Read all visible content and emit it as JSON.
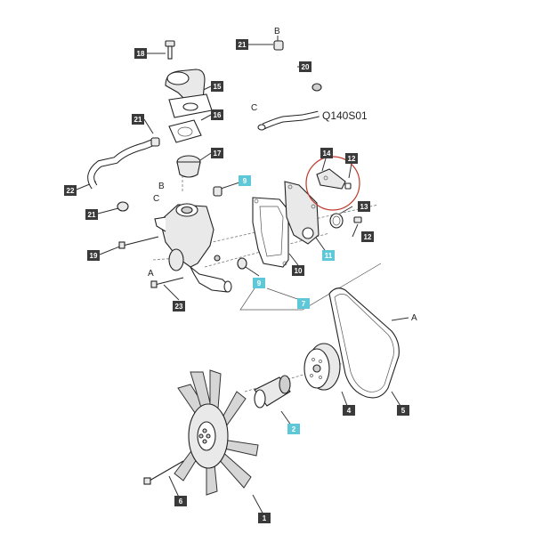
{
  "colors": {
    "dark_tag": "#3a3a3a",
    "cyan_tag": "#5ec8d8",
    "highlight_circle": "#c0392b"
  },
  "callouts": {
    "n1": "1",
    "n2": "2",
    "n4": "4",
    "n5": "5",
    "n6": "6",
    "n7": "7",
    "n9a": "9",
    "n9b": "9",
    "n10": "10",
    "n11": "11",
    "n12a": "12",
    "n12b": "12",
    "n13": "13",
    "n14": "14",
    "n15": "15",
    "n16": "16",
    "n17": "17",
    "n18": "18",
    "n19": "19",
    "n20": "20",
    "n21a": "21",
    "n21b": "21",
    "n21c": "21",
    "n22": "22",
    "n23": "23"
  },
  "letters": {
    "A1": "A",
    "A2": "A",
    "B1": "B",
    "B2": "B",
    "C1": "C",
    "C2": "C"
  },
  "code": "Q140S01"
}
